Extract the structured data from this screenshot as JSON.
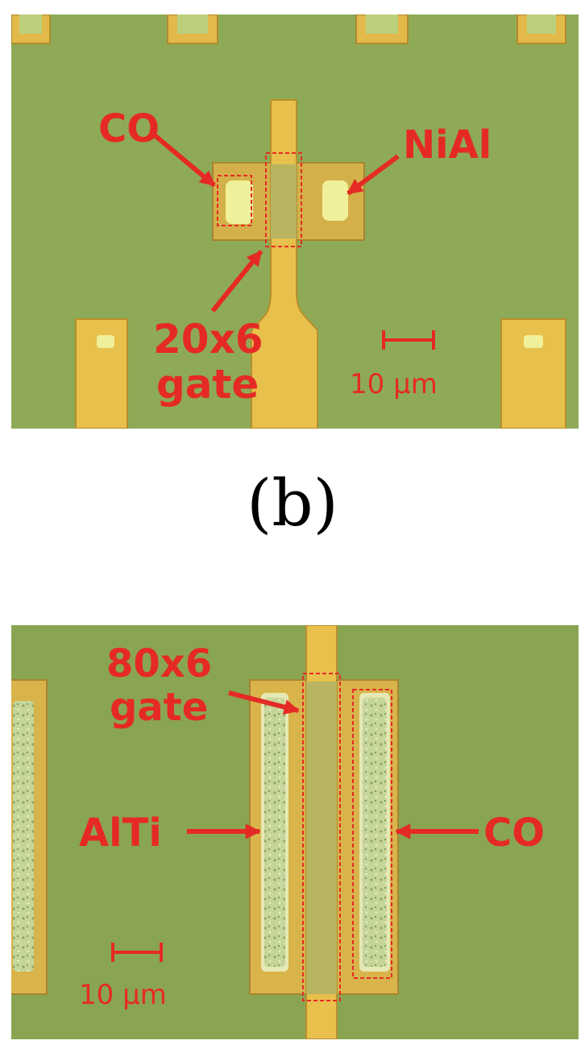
{
  "panel_top": {
    "labels": {
      "co": "CO",
      "nial": "NiAl",
      "gate_size": "20x6",
      "gate_word": "gate",
      "scale": "10 µm"
    }
  },
  "caption": "(b)",
  "panel_bottom": {
    "labels": {
      "gate_size": "80x6",
      "gate_word": "gate",
      "alti": "AlTi",
      "co": "CO",
      "scale": "10 µm"
    }
  },
  "colors": {
    "substrate": "#8eaa56",
    "metal": "#e6be48",
    "metal_edge": "#b88e2c",
    "annotation": "#e52a25"
  }
}
